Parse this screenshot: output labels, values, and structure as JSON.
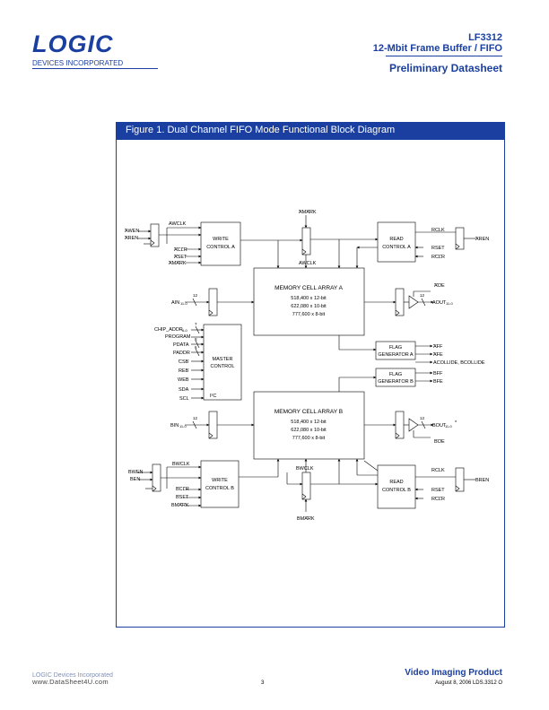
{
  "header": {
    "logo": "LOGIC",
    "logo_sub": "DEVICES INCORPORATED",
    "part": "LF3312",
    "subtitle": "12-Mbit Frame Buffer / FIFO",
    "doc_type": "Preliminary Datasheet"
  },
  "figure": {
    "title": "Figure 1. Dual Channel FIFO Mode Functional Block Diagram",
    "blocks": {
      "write_a": [
        "WRITE",
        "CONTROL A"
      ],
      "read_a": [
        "READ",
        "CONTROL A"
      ],
      "mem_a": [
        "MEMORY CELL ARRAY A",
        "518,400 x 12-bit",
        "622,080 x 10-bit",
        "777,600 x 8-bit"
      ],
      "master": [
        "MASTER",
        "CONTROL"
      ],
      "flag_a": [
        "FLAG",
        "GENERATOR A"
      ],
      "flag_b": [
        "FLAG",
        "GENERATOR B"
      ],
      "mem_b": [
        "MEMORY CELL ARRAY B",
        "518,400 x 12-bit",
        "622,080 x 10-bit",
        "777,600 x 8-bit"
      ],
      "write_b": [
        "WRITE",
        "CONTROL B"
      ],
      "read_b": [
        "READ",
        "CONTROL B"
      ]
    },
    "signals": {
      "awen": "AWEN",
      "aren_in": "AREN",
      "awclk": "AWCLK",
      "aclr": "ACLR",
      "aset": "ASET",
      "amark": "AMARK",
      "amark_top": "AMARK",
      "awclk_mid": "AWCLK",
      "rclk_a": "RCLK",
      "rset_a": "RSET",
      "rclr_a": "RCLR",
      "aren_r": "AREN",
      "ain": "AIN",
      "ain_sub": "11-0",
      "bus12_a": "12",
      "aoe": "AOE",
      "aout": "AOUT",
      "aout_sub": "11-0",
      "bus12_aout": "12",
      "chip_addr": "CHIP_ADDR",
      "chip_addr_sub": "6-0",
      "program": "PROGRAM",
      "pdata": "PDATA",
      "paddr": "PADDR",
      "csb": "CSB",
      "reb": "REB",
      "web": "WEB",
      "sda": "SDA",
      "scl": "SCL",
      "bus7": "7",
      "bus8": "8",
      "bus6": "6",
      "i2c": "I²C",
      "aff": "AFF",
      "afe": "AFE",
      "collide": "ACOLLIDE, BCOLLIDE",
      "bff": "BFF",
      "bfe": "BFE",
      "bin": "BIN",
      "bin_sub": "11-0",
      "bus12_b": "12",
      "bout": "BOUT",
      "bout_sub": "11-0",
      "bout_star": "*",
      "bus12_bout": "12",
      "boe": "BOE",
      "bwclk": "BWCLK",
      "bwen": "BWEN",
      "ben": "BEN",
      "bclr": "BCLR",
      "bset": "BSET",
      "bmark": "BMARK",
      "bwclk_mid": "BWCLK",
      "bmark_bot": "BMARK",
      "rclk_b": "RCLK",
      "rset_b": "RSET",
      "rclr_b": "RCLR",
      "bren": "BREN"
    }
  },
  "footer": {
    "company_faint": "LOGIC Devices Incorporated",
    "watermark": "www.DataSheet4U.com",
    "page": "3",
    "product": "Video Imaging Product",
    "doc_ref": "August 8, 2006 LDS.3312 O"
  },
  "colors": {
    "brand": "#1a3fa0"
  }
}
